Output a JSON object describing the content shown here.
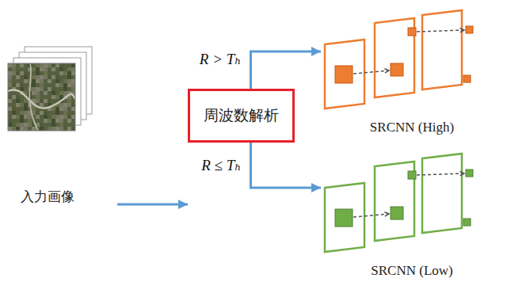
{
  "diagram": {
    "nodes": [
      {
        "text": [
          "入力画像"
        ]
      },
      {
        "text": [
          "周波数解析"
        ]
      },
      {
        "text": [
          "SRCNN (High)"
        ]
      },
      {
        "text": [
          "SRCNN (Low)"
        ]
      }
    ],
    "edges": [
      {
        "from": 0,
        "to": 1,
        "arrow": "to"
      },
      {
        "from": 1,
        "to": 2,
        "label": "R > Tₕ",
        "arrow": "to"
      },
      {
        "from": 1,
        "to": 3,
        "label": "R ≤ Tₕ",
        "arrow": "to"
      }
    ]
  }
}
